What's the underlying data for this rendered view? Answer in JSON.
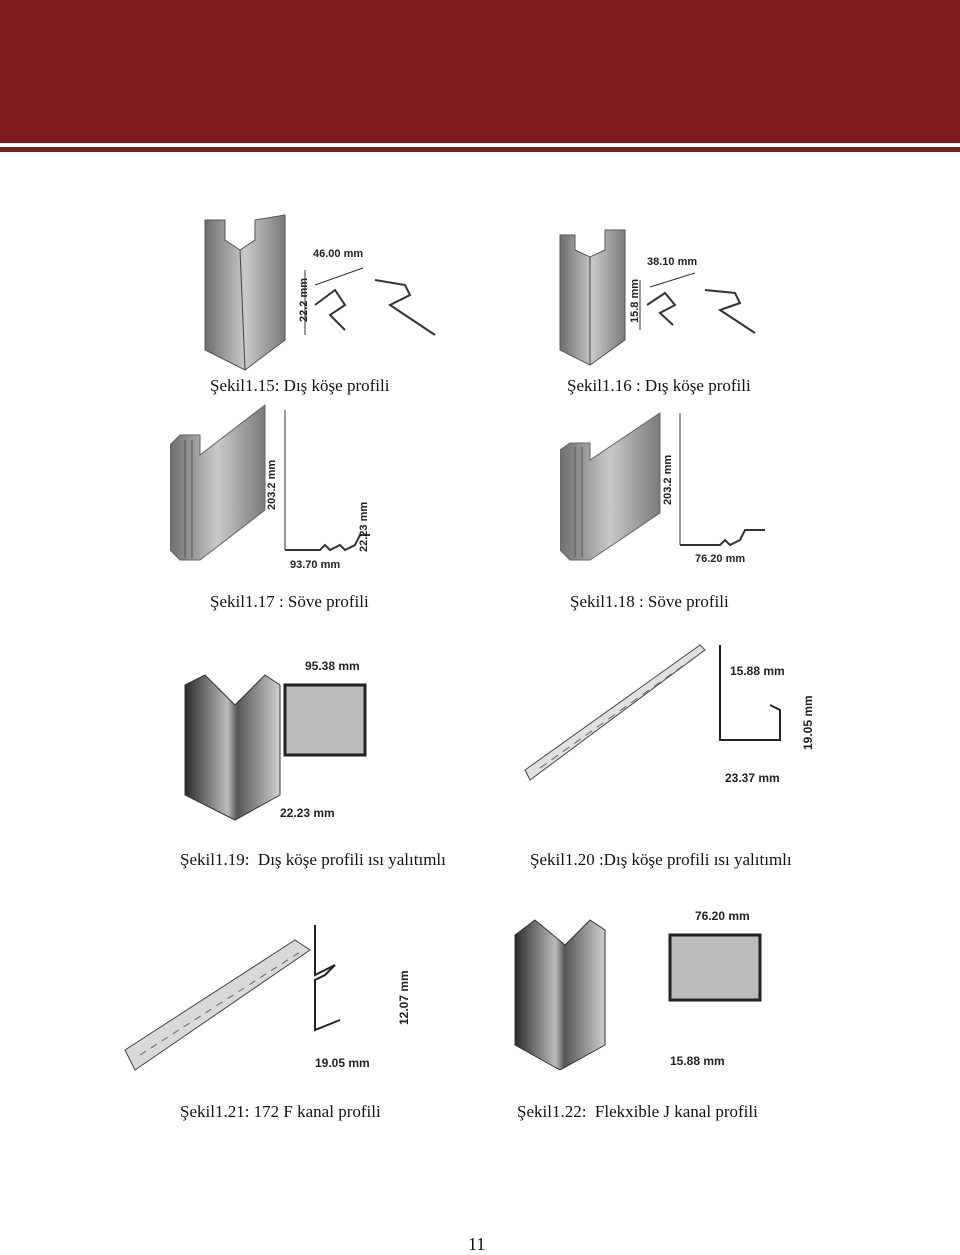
{
  "figures": [
    {
      "caption": "Şekil1.15: Dış köşe profili",
      "dims": [
        "46.00 mm",
        "22.2 mm"
      ]
    },
    {
      "caption": "Şekil1.16 : Dış köşe profili",
      "dims": [
        "38.10 mm",
        "15.8 mm"
      ]
    },
    {
      "caption": "Şekil1.17 : Söve profili",
      "dims": [
        "203.2 mm",
        "22.23 mm",
        "93.70 mm"
      ]
    },
    {
      "caption": "Şekil1.18 : Söve profili",
      "dims": [
        "203.2 mm",
        "76.20 mm"
      ]
    },
    {
      "caption": "Şekil1.19:  Dış köşe profili ısı yalıtımlı",
      "dims": [
        "95.38 mm",
        "22.23 mm"
      ]
    },
    {
      "caption": "Şekil1.20 :Dış köşe profili ısı yalıtımlı",
      "dims": [
        "15.88 mm",
        "19.05 mm",
        "23.37 mm"
      ]
    },
    {
      "caption": "Şekil1.21: 172 F kanal profili",
      "dims": [
        "12.07 mm",
        "19.05 mm"
      ]
    },
    {
      "caption": "Şekil1.22:  Flekxible J kanal profili",
      "dims": [
        "76.20 mm",
        "15.88 mm"
      ]
    }
  ],
  "page_number": "11",
  "colors": {
    "header": "#7d1a1e"
  }
}
